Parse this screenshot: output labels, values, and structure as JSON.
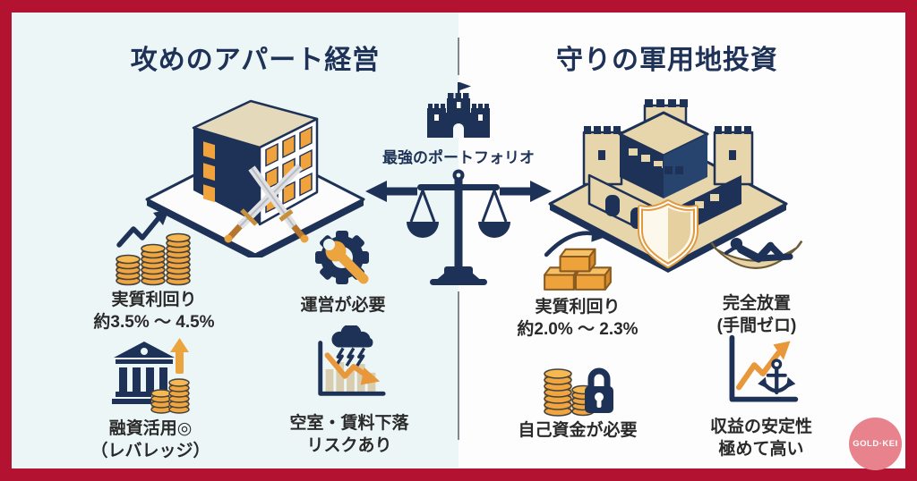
{
  "frame": {
    "border_color": "#b31331",
    "left_bg": "#edf6f7",
    "right_bg": "#fdfdfd",
    "divider_color": "#828891"
  },
  "brand": {
    "label": "GOLD·KEI",
    "bg": "#e8838d"
  },
  "center": {
    "label": "最強のポートフォリオ",
    "icons": [
      "castle-icon",
      "balance-scale-icon",
      "arrow-left-icon",
      "arrow-right-icon"
    ]
  },
  "left": {
    "title": "攻めのアパート経営",
    "illustration": "apartment-building-with-crossed-swords",
    "features": [
      {
        "id": "yield",
        "icon": "coins-growth-icon",
        "lines": [
          "実質利回り",
          "約3.5% ～ 4.5%"
        ]
      },
      {
        "id": "management",
        "icon": "gear-wrench-icon",
        "lines": [
          "運営が必要"
        ]
      },
      {
        "id": "financing",
        "icon": "bank-leverage-icon",
        "lines": [
          "融資活用◎",
          "（レバレッジ）"
        ]
      },
      {
        "id": "risk",
        "icon": "storm-chart-icon",
        "lines": [
          "空室・賃料下落",
          "リスクあり"
        ]
      }
    ]
  },
  "right": {
    "title": "守りの軍用地投資",
    "illustration": "fortress-with-shield",
    "features": [
      {
        "id": "yield",
        "icon": "gold-bars-icon",
        "lines": [
          "実質利回り",
          "約2.0% ～ 2.3%"
        ]
      },
      {
        "id": "hands-off",
        "icon": "hammock-icon",
        "lines": [
          "完全放置",
          "(手間ゼロ)"
        ]
      },
      {
        "id": "capital",
        "icon": "coins-lock-icon",
        "lines": [
          "自己資金が必要"
        ]
      },
      {
        "id": "stability",
        "icon": "anchor-chart-icon",
        "lines": [
          "収益の安定性",
          "極めて高い"
        ]
      }
    ]
  },
  "colors": {
    "navy": "#1e3257",
    "orange": "#eda23c",
    "tan": "#e7d5ac",
    "red": "#b31331",
    "pink": "#e8838d"
  }
}
